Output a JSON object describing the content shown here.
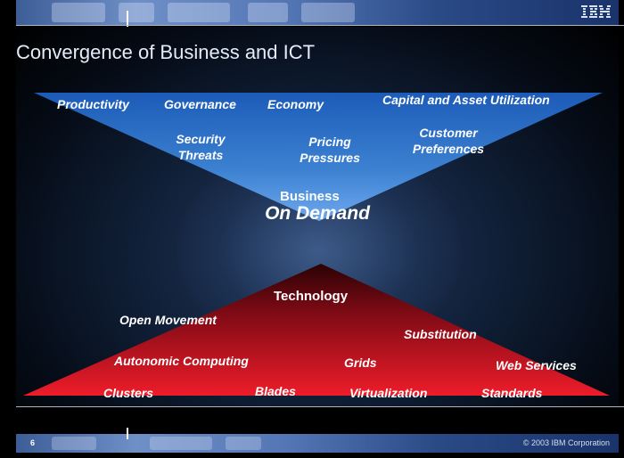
{
  "slide": {
    "title": "Convergence of Business and ICT",
    "logo_text": "IBM",
    "page_number": "6",
    "copyright": "© 2003 IBM Corporation"
  },
  "business": {
    "label": "Business",
    "keywords": [
      "Productivity",
      "Governance",
      "Economy",
      "Capital and Asset Utilization",
      "Security Threats",
      "Pricing Pressures",
      "Customer Preferences"
    ]
  },
  "center": {
    "label": "On Demand"
  },
  "technology": {
    "label": "Technology",
    "keywords": [
      "Open Movement",
      "Substitution",
      "Autonomic Computing",
      "Grids",
      "Web Services",
      "Clusters",
      "Blades",
      "Virtualization",
      "Standards"
    ]
  },
  "colors": {
    "business_top": "#1d5fc0",
    "business_bottom": "#6fa8ee",
    "technology_top": "#2a0204",
    "technology_bottom": "#ee1c2a",
    "header_bar": "#5376b4"
  },
  "icons": [
    "ibm-logo"
  ]
}
